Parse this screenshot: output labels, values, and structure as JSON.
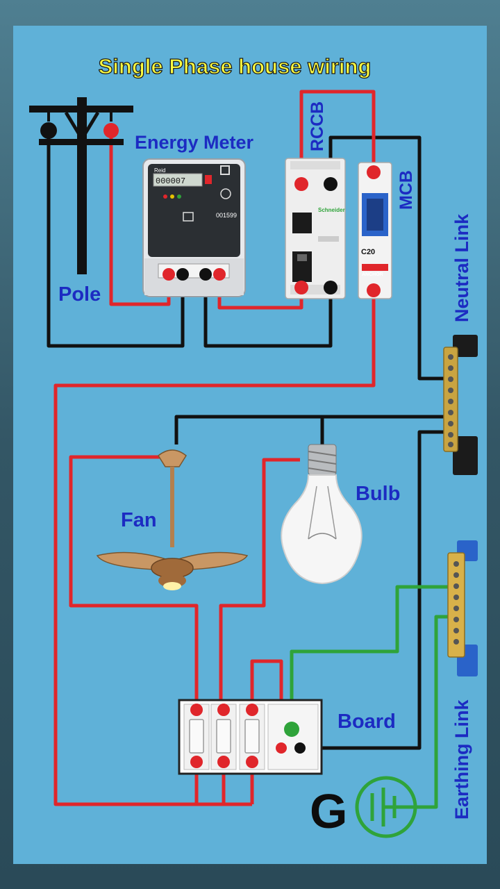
{
  "diagram": {
    "title": "Single Phase house wiring",
    "labels": {
      "energy_meter": "Energy Meter",
      "rccb": "RCCB",
      "mcb": "MCB",
      "pole": "Pole",
      "neutral_link": "Neutral Link",
      "fan": "Fan",
      "bulb": "Bulb",
      "board": "Board",
      "earthing_link": "Earthing Link",
      "ground": "G"
    },
    "device_text": {
      "meter_brand": "Reid",
      "meter_reading": "000007",
      "meter_serial": "001599",
      "rccb_brand": "Schneider",
      "mcb_rating": "C20",
      "mcb_brand": "ANCHOR"
    },
    "colors": {
      "background": "#5fb1d8",
      "phase_wire": "#e0262b",
      "neutral_wire": "#111111",
      "earth_wire": "#2fa33a",
      "label_text": "#1c2bc2",
      "title_text": "#ffff40"
    }
  }
}
